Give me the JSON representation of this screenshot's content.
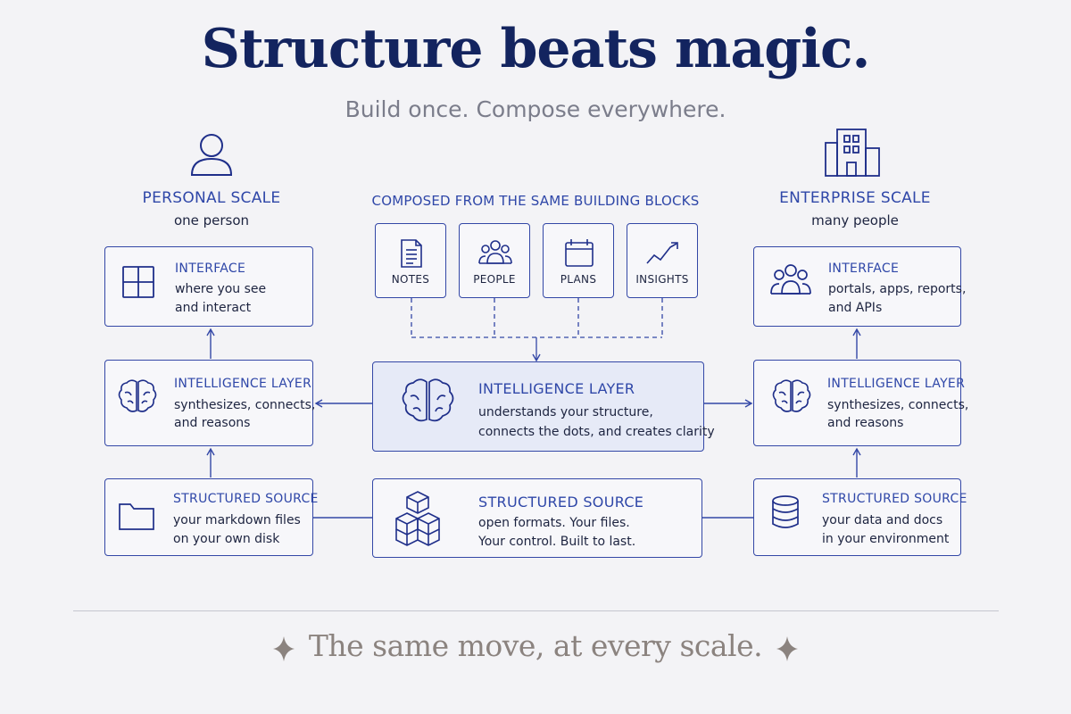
{
  "title": "Structure beats magic.",
  "subtitle": "Build once. Compose everywhere.",
  "personal": {
    "scale_title": "PERSONAL SCALE",
    "scale_sub": "one person",
    "user_icon": "user-icon",
    "interface": {
      "title": "INTERFACE",
      "line1": "where you see",
      "line2": "and interact",
      "icon": "grid-icon"
    },
    "intelligence": {
      "title": "INTELLIGENCE LAYER",
      "line1": "synthesizes, connects,",
      "line2": "and reasons",
      "icon": "brain-icon"
    },
    "source": {
      "title": "STRUCTURED SOURCE",
      "line1": "your markdown files",
      "line2": "on your own disk",
      "icon": "folder-icon"
    }
  },
  "center": {
    "blocks_title": "COMPOSED FROM THE SAME BUILDING BLOCKS",
    "blocks": [
      {
        "label": "NOTES",
        "icon": "notes-icon"
      },
      {
        "label": "PEOPLE",
        "icon": "people-icon"
      },
      {
        "label": "PLANS",
        "icon": "calendar-icon"
      },
      {
        "label": "INSIGHTS",
        "icon": "trend-icon"
      }
    ],
    "intelligence": {
      "title": "INTELLIGENCE LAYER",
      "line1": "understands your structure,",
      "line2": "connects the dots, and creates clarity",
      "icon": "brain-icon"
    },
    "source": {
      "title": "STRUCTURED SOURCE",
      "line1": "open formats. Your files.",
      "line2": "Your control. Built to last.",
      "icon": "cubes-icon"
    }
  },
  "enterprise": {
    "scale_title": "ENTERPRISE SCALE",
    "scale_sub": "many people",
    "building_icon": "building-icon",
    "interface": {
      "title": "INTERFACE",
      "line1": "portals, apps, reports,",
      "line2": "and APIs",
      "icon": "people-icon"
    },
    "intelligence": {
      "title": "INTELLIGENCE LAYER",
      "line1": "synthesizes, connects,",
      "line2": "and reasons",
      "icon": "brain-icon"
    },
    "source": {
      "title": "STRUCTURED SOURCE",
      "line1": "your data and docs",
      "line2": "in your environment",
      "icon": "database-icon"
    }
  },
  "footer": "The same move, at every scale.",
  "colors": {
    "accent": "#2f47a8",
    "title": "#13245f",
    "highlight": "#e6eaf7",
    "footer": "#8b837f"
  }
}
